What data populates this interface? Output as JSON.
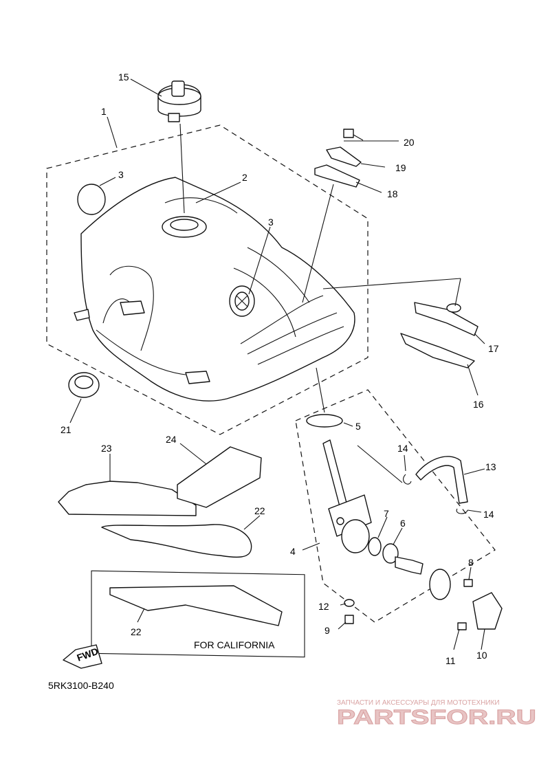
{
  "diagram": {
    "code": "5RK3100-B240",
    "california_note": "FOR CALIFORNIA",
    "fwd_label": "FWD",
    "callouts": {
      "c1": "1",
      "c2": "2",
      "c3a": "3",
      "c3b": "3",
      "c4": "4",
      "c5": "5",
      "c6": "6",
      "c7": "7",
      "c8": "8",
      "c9": "9",
      "c10": "10",
      "c11": "11",
      "c12": "12",
      "c13": "13",
      "c14a": "14",
      "c14b": "14",
      "c15": "15",
      "c16": "16",
      "c17": "17",
      "c18": "18",
      "c19": "19",
      "c20": "20",
      "c21": "21",
      "c22a": "22",
      "c22b": "22",
      "c23": "23",
      "c24": "24"
    }
  },
  "watermark": {
    "tagline": "ЗАПЧАСТИ И АКСЕССУАРЫ ДЛЯ МОТОТЕХНИКИ",
    "logo": "PARTSFOR.RU",
    "color": "#d9a3a3"
  }
}
